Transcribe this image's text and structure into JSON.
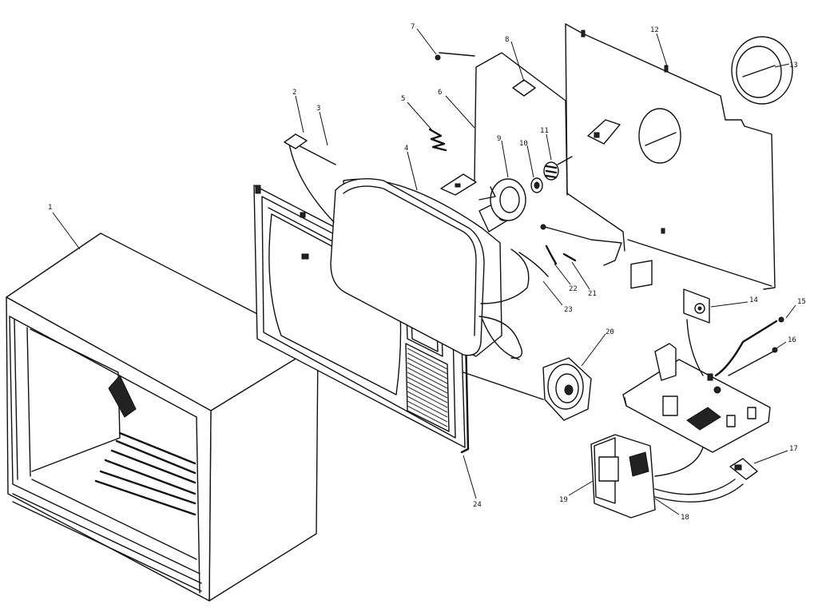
{
  "callouts": [
    {
      "id": "callout-1",
      "label": "1"
    },
    {
      "id": "callout-2",
      "label": "2"
    },
    {
      "id": "callout-3",
      "label": "3"
    },
    {
      "id": "callout-4",
      "label": "4"
    },
    {
      "id": "callout-5",
      "label": "5"
    },
    {
      "id": "callout-6",
      "label": "6"
    },
    {
      "id": "callout-7",
      "label": "7"
    },
    {
      "id": "callout-8",
      "label": "8"
    },
    {
      "id": "callout-9",
      "label": "9"
    },
    {
      "id": "callout-10",
      "label": "10"
    },
    {
      "id": "callout-11",
      "label": "11"
    },
    {
      "id": "callout-12",
      "label": "12"
    },
    {
      "id": "callout-13",
      "label": "13"
    },
    {
      "id": "callout-14",
      "label": "14"
    },
    {
      "id": "callout-15",
      "label": "15"
    },
    {
      "id": "callout-16",
      "label": "16"
    },
    {
      "id": "callout-17",
      "label": "17"
    },
    {
      "id": "callout-18",
      "label": "18"
    },
    {
      "id": "callout-19",
      "label": "19"
    },
    {
      "id": "callout-20",
      "label": "20"
    },
    {
      "id": "callout-21",
      "label": "21"
    },
    {
      "id": "callout-22",
      "label": "22"
    },
    {
      "id": "callout-23",
      "label": "23"
    },
    {
      "id": "callout-24",
      "label": "24"
    }
  ]
}
